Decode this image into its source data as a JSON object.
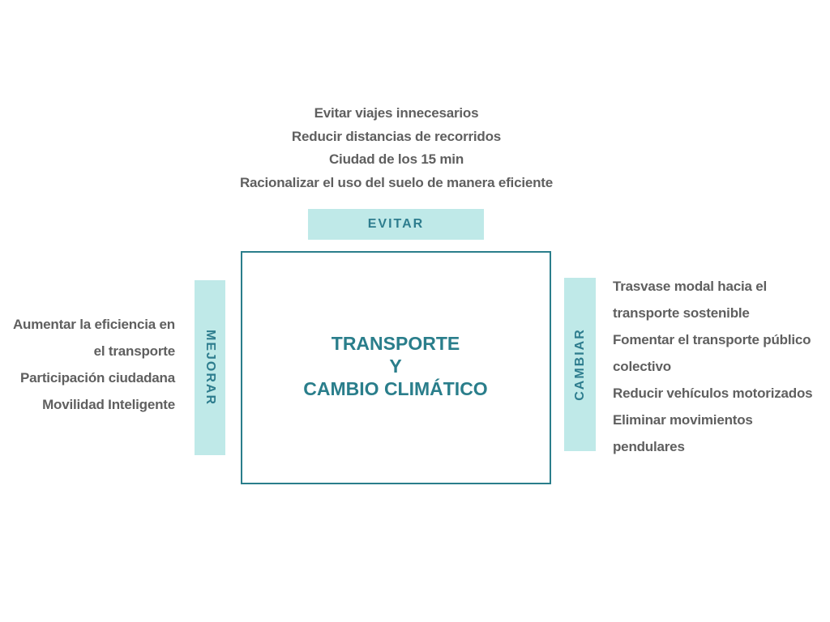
{
  "diagram": {
    "top_items": [
      "Evitar viajes innecesarios",
      "Reducir distancias de recorridos",
      "Ciudad de los 15 min",
      "Racionalizar el uso del suelo de manera eficiente"
    ],
    "tags": {
      "evitar": "EVITAR",
      "mejorar": "MEJORAR",
      "cambiar": "CAMBIAR"
    },
    "center_title": [
      "TRANSPORTE",
      "Y",
      "CAMBIO CLIMÁTICO"
    ],
    "left_items": [
      "Aumentar la eficiencia en",
      "el transporte",
      "Participación ciudadana",
      "Movilidad Inteligente"
    ],
    "right_items": [
      "Trasvase modal hacia el",
      "transporte sostenible",
      "Fomentar el transporte público",
      "colectivo",
      "Reducir vehículos motorizados",
      "Eliminar movimientos",
      "pendulares"
    ],
    "colors": {
      "accent": "#2a7e8b",
      "tag_background": "#bfe9e8",
      "tag_text": "#2e7d8e",
      "body_text": "#5f5f5f"
    }
  }
}
